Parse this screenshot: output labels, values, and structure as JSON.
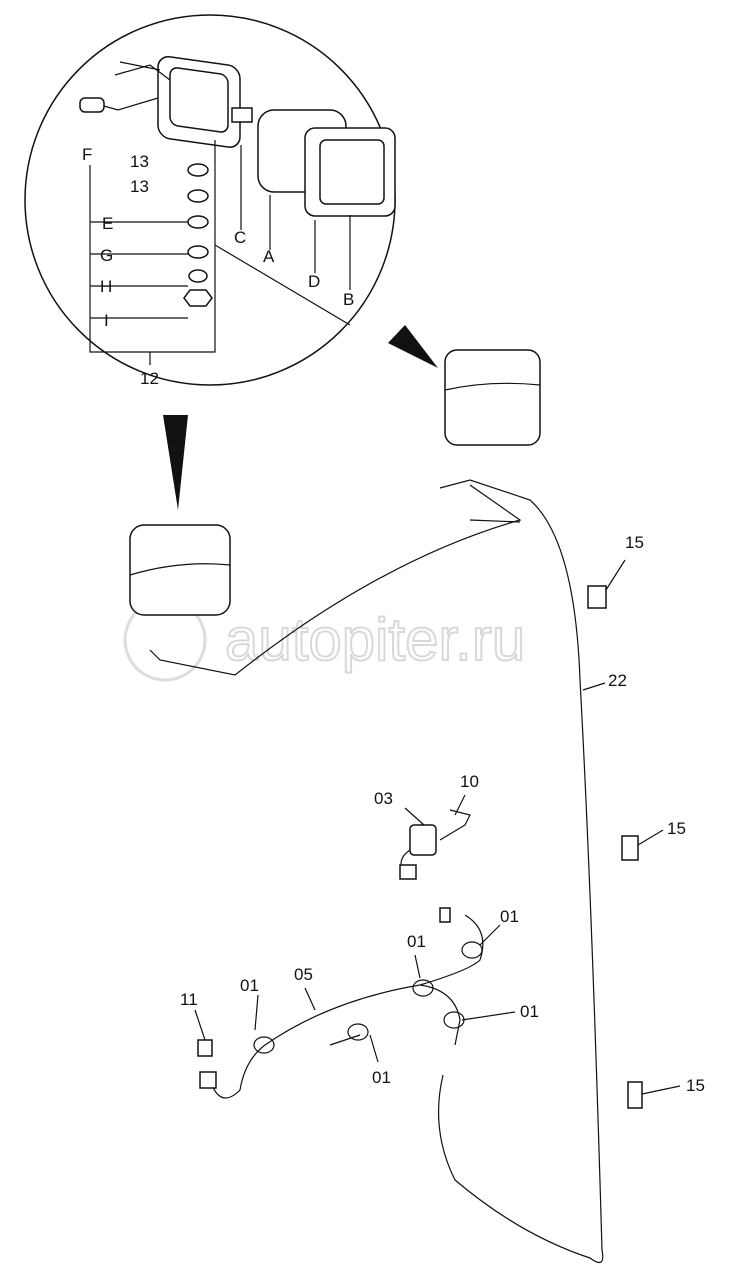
{
  "diagram": {
    "watermark": "autopiter.ru",
    "detail_labels": {
      "F": "F",
      "w13a": "13",
      "w13b": "13",
      "E": "E",
      "G": "G",
      "H": "H",
      "I": "I",
      "assy12": "12",
      "C": "C",
      "A": "A",
      "D": "D",
      "B": "B"
    },
    "part_labels": {
      "p15a": "15",
      "p22": "22",
      "p15b": "15",
      "p03": "03",
      "p10": "10",
      "p01a": "01",
      "p01b": "01",
      "p01c": "01",
      "p05": "05",
      "p11": "11",
      "p01d": "01",
      "p01e": "01",
      "p15c": "15"
    }
  }
}
